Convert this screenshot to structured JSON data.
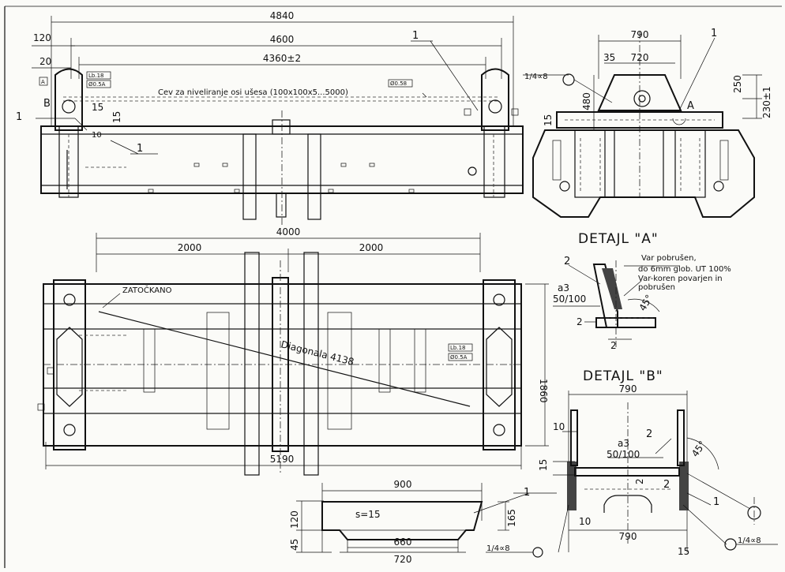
{
  "dims_top": {
    "d4840": "4840",
    "d4600": "4600",
    "d4360": "4360±2",
    "d120": "120",
    "d20": "20",
    "d15": "15",
    "d15b": "15",
    "d10": "10"
  },
  "dims_right": {
    "d790": "790",
    "d35": "35",
    "d720": "720",
    "d480": "480",
    "d250": "250",
    "d230": "230±1",
    "d15": "15"
  },
  "dims_plan": {
    "d4000": "4000",
    "d2000a": "2000",
    "d2000b": "2000",
    "d5190": "5190",
    "d1860": "1860",
    "diag": "Diagonala  4138"
  },
  "dims_plate": {
    "d900": "900",
    "s15": "s=15",
    "d660": "660",
    "d720": "720",
    "d120": "120",
    "d45": "45",
    "d165": "165"
  },
  "dims_detail_b": {
    "d790top": "790",
    "d790bot": "790",
    "d10a": "10",
    "d10b": "10",
    "d15a": "15",
    "d15b": "15",
    "a3": "a3",
    "pitch": "50/100",
    "angle": "45°",
    "d2": "2"
  },
  "dims_detail_a": {
    "a3": "a3",
    "pitch": "50/100",
    "angle": "45°",
    "d2a": "2",
    "d2b": "2"
  },
  "notes": {
    "cev": "Cev za niveliranje osi ušesa (100x100x5...5000)",
    "zatockano": "ZATOČKANO",
    "var1": "Var pobrušen,",
    "var2": "do 6mm glob. UT 100%",
    "var3": "Var-koren povarjen in",
    "var4": "pobrušen",
    "weld1": "1/4∝8",
    "weld2": "1/4∝8",
    "weld3": "1/4∝8"
  },
  "labels": {
    "detailA": "DETAJL \"A\"",
    "detailB": "DETAJL \"B\"",
    "markA": "A",
    "markB": "B",
    "markA2": "A",
    "one": "1",
    "two": "2"
  },
  "tags": {
    "t1": "Lb.18",
    "t2": "Ø0.5A",
    "t3": "Lb.18",
    "t4": "Ø0.5A",
    "t5": "Ø0.58"
  }
}
